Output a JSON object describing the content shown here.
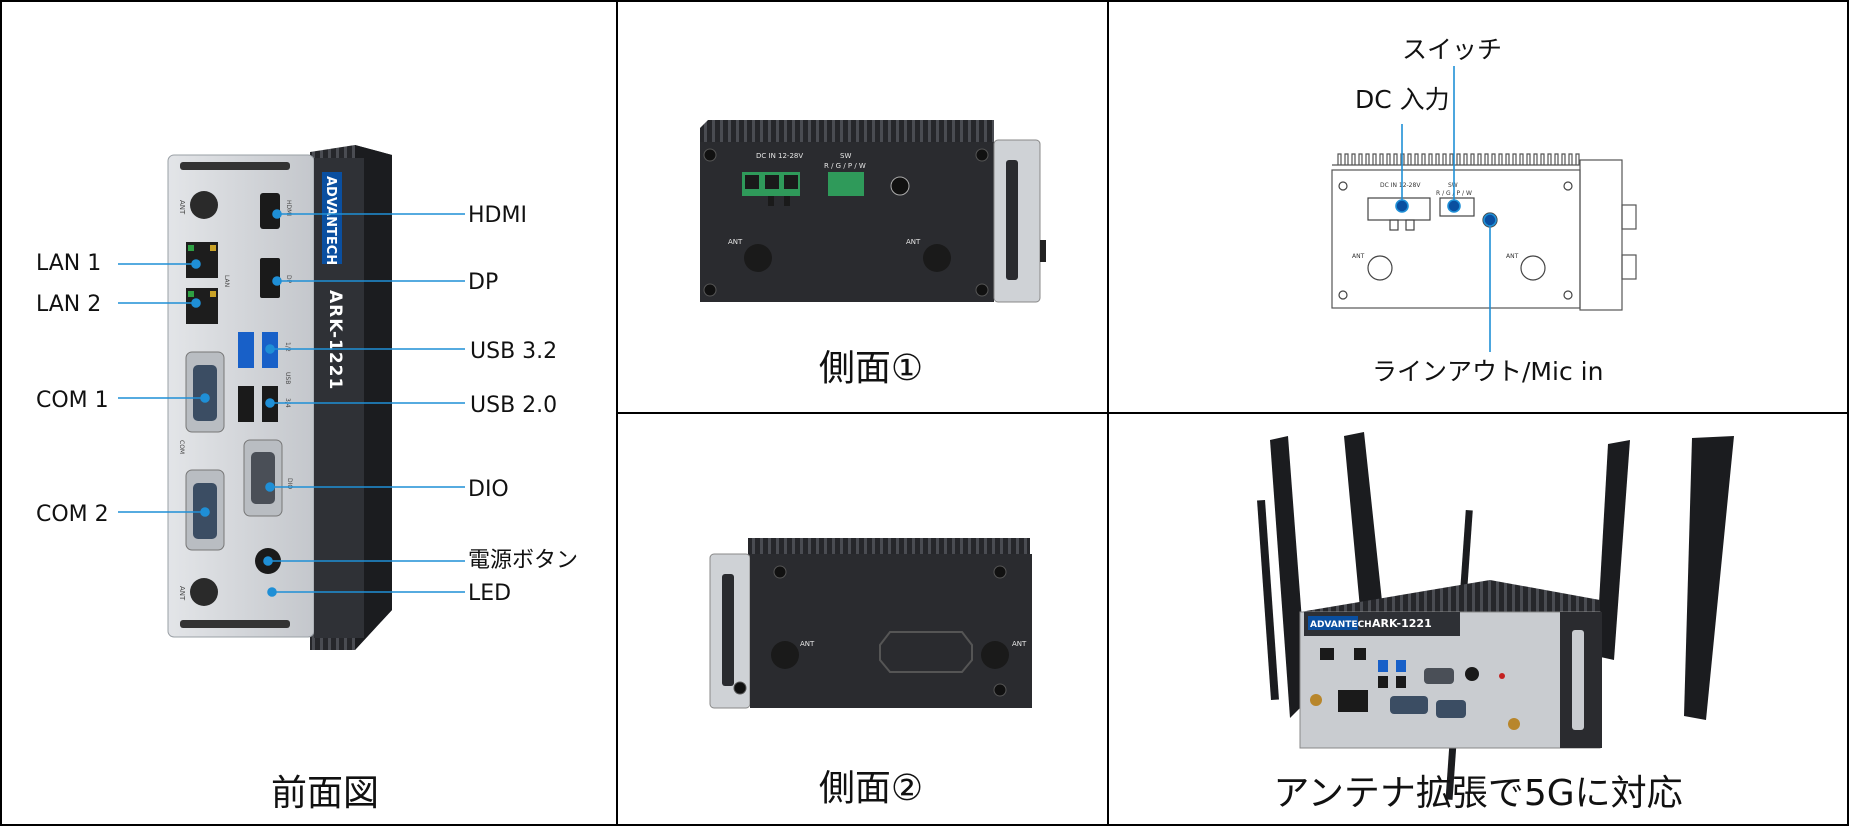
{
  "front": {
    "caption": "前面図",
    "brand": "ADVANTECH",
    "model": "ARK-1221",
    "port_labels": {
      "hdmi": "HDMI",
      "dp": "DP",
      "usb3": "USB 3.2",
      "usb2": "USB 2.0",
      "dio": "DIO",
      "power": "電源ボタン",
      "led": "LED",
      "lan1": "LAN 1",
      "lan2": "LAN 2",
      "com1": "COM 1",
      "com2": "COM 2"
    },
    "printed": {
      "ant": "ANT",
      "hdmi": "HDMI",
      "lan": "LAN",
      "com": "COM",
      "dp": "DP",
      "usb": "USB",
      "usb_a": "1/2",
      "usb_b": "3/4",
      "dio": "DIO"
    }
  },
  "side1": {
    "caption": "側面①",
    "dc": "DC IN 12-28V",
    "sw": "SW",
    "rgpw": "R / G / P / W",
    "ant": "ANT"
  },
  "side2": {
    "caption": "側面②",
    "ant": "ANT"
  },
  "drawing": {
    "switch": "スイッチ",
    "dc_input": "DC 入力",
    "lineout": "ラインアウト/Mic in",
    "dc": "DC IN 12-28V",
    "sw": "SW",
    "rgpw": "R / G / P / W",
    "ant": "ANT"
  },
  "antenna": {
    "caption": "アンテナ拡張で5Gに対応",
    "brand": "ADVANTECH",
    "model": "ARK-1221"
  },
  "colors": {
    "accent": "#1f8fd6",
    "brand_blue": "#0a4fa0",
    "border": "#000000"
  }
}
